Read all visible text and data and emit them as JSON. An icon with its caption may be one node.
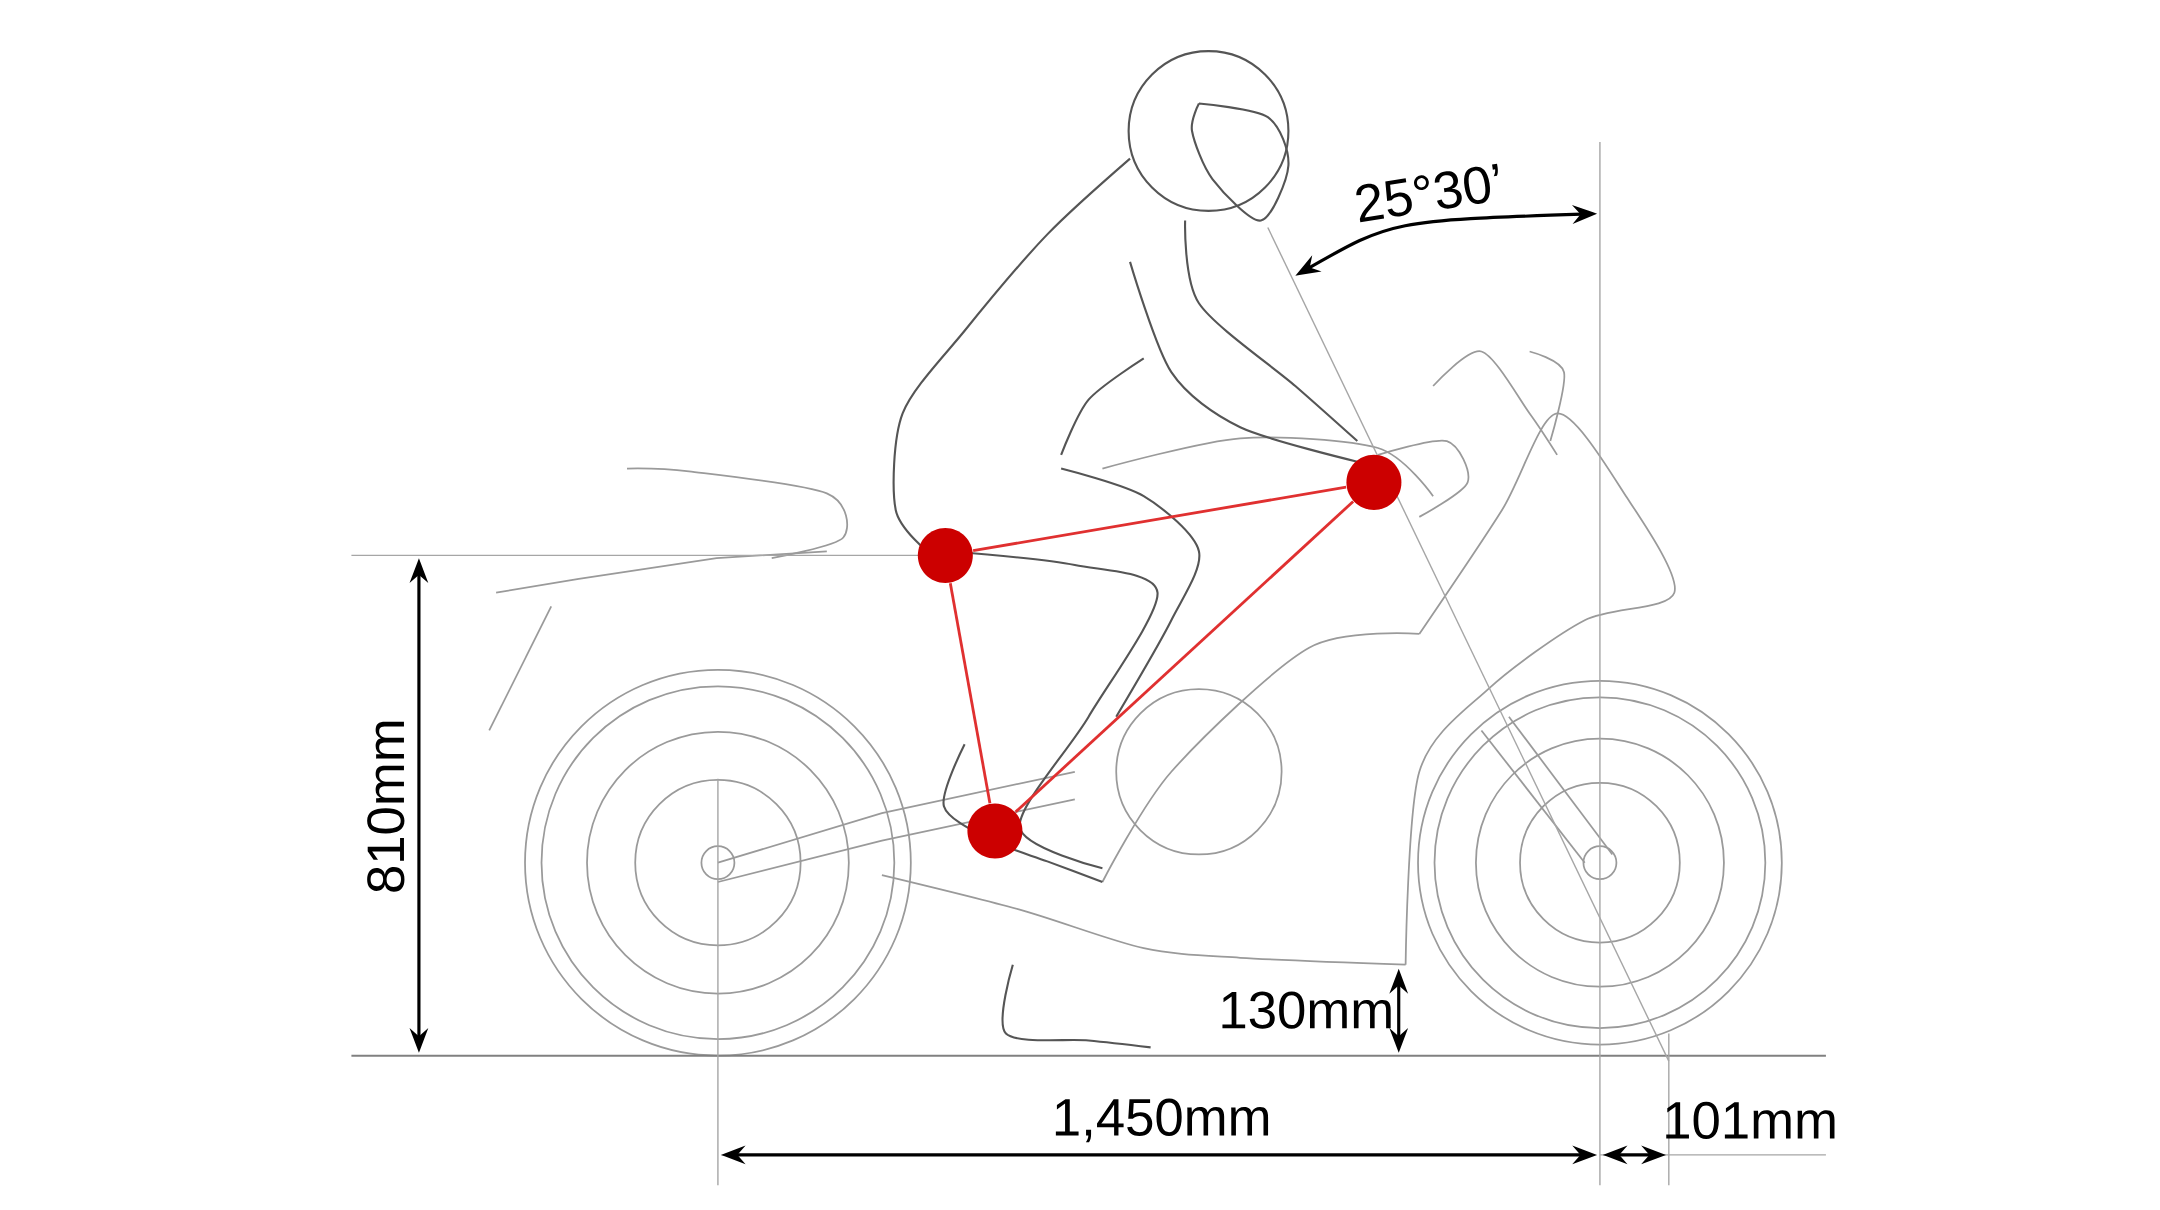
{
  "diagram": {
    "nodes": [
      {
        "text": [],
        "shape": "circle"
      },
      {
        "text": [],
        "shape": "circle"
      },
      {
        "text": [],
        "shape": "circle"
      }
    ],
    "edges": [
      {
        "from": 0,
        "to": 1,
        "arrow": "none"
      },
      {
        "from": 1,
        "to": 2,
        "arrow": "none"
      },
      {
        "from": 2,
        "to": 0,
        "arrow": "none"
      }
    ],
    "labels": [
      "25°30’",
      "810mm",
      "130mm",
      "1,450mm",
      "101mm"
    ]
  }
}
